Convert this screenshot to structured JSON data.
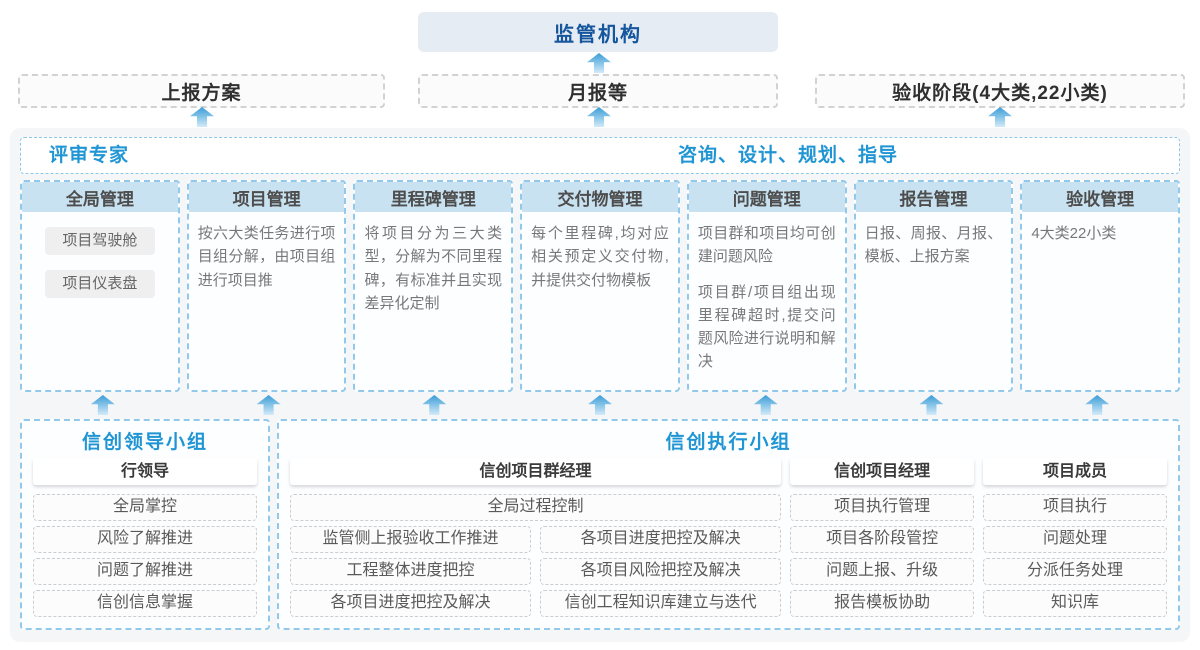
{
  "colors": {
    "accent_blue": "#2095d3",
    "regulator_text": "#15569d",
    "regulator_bg": "#e6ecf4",
    "module_header_bg": "#c9e2f1",
    "dashed_blue": "#92c9ea",
    "arrow_blue": "#3c9cd6"
  },
  "top": {
    "regulator": "监管机构"
  },
  "channels": [
    {
      "label": "上报方案"
    },
    {
      "label": "月报等"
    },
    {
      "label": "验收阶段(4大类,22小类)"
    }
  ],
  "expert_bar": {
    "left": "评审专家",
    "right": "咨询、设计、规划、指导"
  },
  "modules": [
    {
      "title": "全局管理",
      "buttons": [
        "项目驾驶舱",
        "项目仪表盘"
      ]
    },
    {
      "title": "项目管理",
      "paragraphs": [
        "按六大类任务进行项目组分解，由项目组进行项目推"
      ]
    },
    {
      "title": "里程碑管理",
      "paragraphs": [
        "将项目分为三大类型，分解为不同里程碑，有标准并且实现差异化定制"
      ]
    },
    {
      "title": "交付物管理",
      "paragraphs": [
        "每个里程碑,均对应相关预定义交付物,并提供交付物模板"
      ]
    },
    {
      "title": "问题管理",
      "paragraphs": [
        "项目群和项目均可创建问题风险",
        "项目群/项目组出现里程碑超时,提交问题风险进行说明和解决"
      ]
    },
    {
      "title": "报告管理",
      "paragraphs": [
        "日报、周报、月报、模板、上报方案"
      ]
    },
    {
      "title": "验收管理",
      "paragraphs": [
        "4大类22小类"
      ]
    }
  ],
  "leader_group": {
    "title": "信创领导小组",
    "role": "行领导",
    "items": [
      "全局掌控",
      "风险了解推进",
      "问题了解推进",
      "信创信息掌握"
    ]
  },
  "exec_group": {
    "title": "信创执行小组",
    "sections": [
      {
        "role": "信创项目群经理",
        "full_item": "全局过程控制",
        "col1": [
          "监管侧上报验收工作推进",
          "工程整体进度把控",
          "各项目进度把控及解决"
        ],
        "col2": [
          "各项目进度把控及解决",
          "各项目风险把控及解决",
          "信创工程知识库建立与迭代"
        ]
      },
      {
        "role": "信创项目经理",
        "items": [
          "项目执行管理",
          "项目各阶段管控",
          "问题上报、升级",
          "报告模板协助"
        ]
      },
      {
        "role": "项目成员",
        "items": [
          "项目执行",
          "问题处理",
          "分派任务处理",
          "知识库"
        ]
      }
    ]
  }
}
